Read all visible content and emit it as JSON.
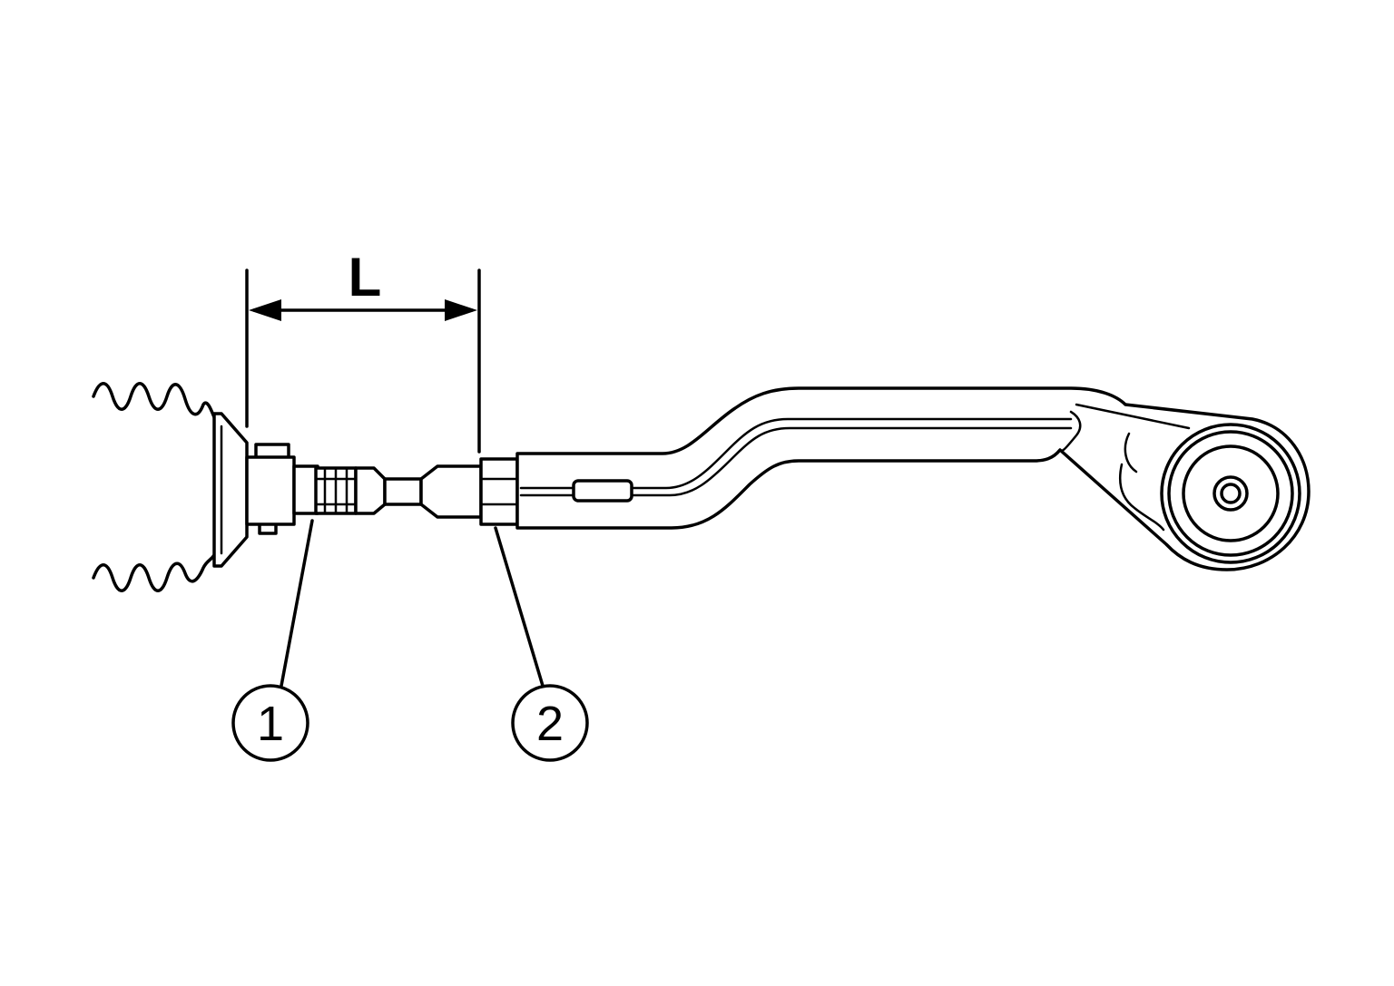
{
  "diagram": {
    "dimension_label": "L",
    "callouts": [
      {
        "id": "callout-1",
        "text": "1"
      },
      {
        "id": "callout-2",
        "text": "2"
      }
    ],
    "colors": {
      "ink": "#000000",
      "background": "#ffffff"
    }
  }
}
